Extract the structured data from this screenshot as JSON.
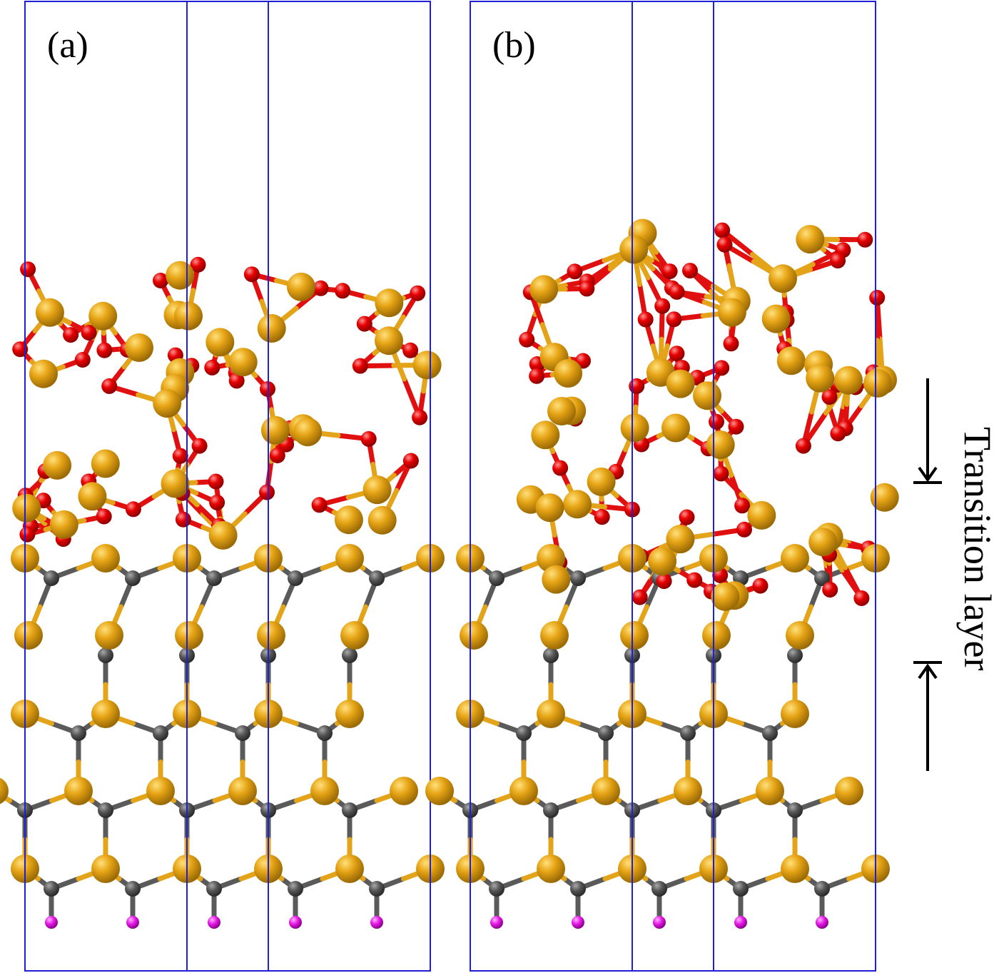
{
  "panels": [
    {
      "label": "(a)"
    },
    {
      "label": "(b)"
    }
  ],
  "annotation": {
    "text": "Transition layer"
  },
  "colors": {
    "silicon": "#e2a013",
    "carbon": "#555555",
    "oxygen": "#e60000",
    "hydrogen": "#e619e6",
    "cell_edge": "#1f1fd6"
  }
}
